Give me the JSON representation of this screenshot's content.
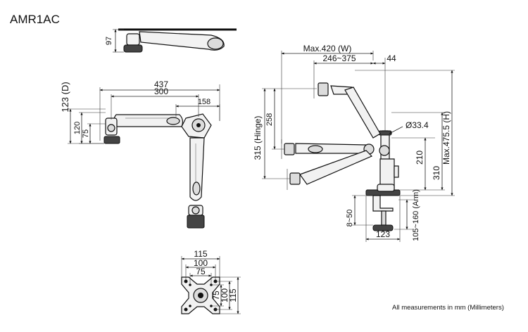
{
  "model": "AMR1AC",
  "footer_note": "All measurements in mm (Millimeters)",
  "top_view": {
    "height_label": "97"
  },
  "plan_view": {
    "depth_label": "123 (D)",
    "dim_437": "437",
    "dim_300": "300",
    "dim_158": "158",
    "dim_120": "120",
    "dim_75": "75"
  },
  "side_view": {
    "max_width_label": "Max.420 (W)",
    "range_label": "246~375",
    "dim_44": "44",
    "hinge_label": "315 (Hinge)",
    "dim_258": "258",
    "pole_label": "Ø33.4",
    "dim_210": "210",
    "dim_310": "310",
    "max_height_label": "Max.475.5 (H)",
    "clamp_label": "8~50",
    "arm_label": "105~160 (Arm)",
    "base_label": "123"
  },
  "vesa_view": {
    "dim_115": "115",
    "dim_100": "100",
    "dim_75": "75",
    "dim_115_v": "115",
    "dim_100_v": "100",
    "dim_75_v": "75"
  }
}
